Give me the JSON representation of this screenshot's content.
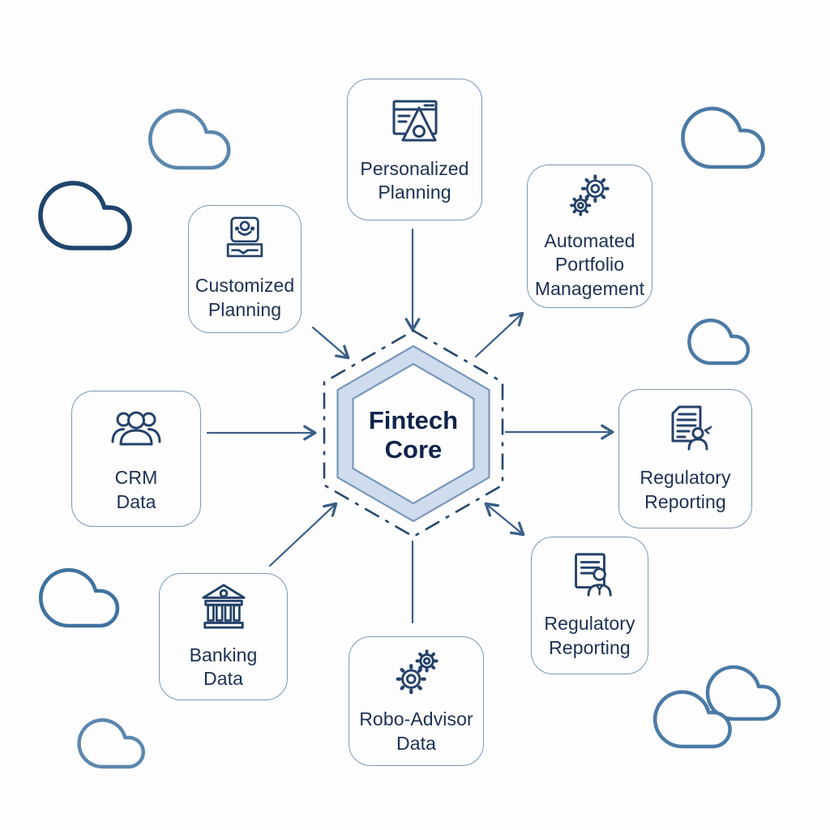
{
  "diagram": {
    "center": {
      "label": "Fintech\nCore"
    },
    "nodes": [
      {
        "id": "personalized-planning",
        "label": "Personalized\nPlanning",
        "icon": "planning-board-icon"
      },
      {
        "id": "customized-planning",
        "label": "Customized\nPlanning",
        "icon": "video-consultation-icon"
      },
      {
        "id": "automated-portfolio-management",
        "label": "Automated\nPortfolio\nManagement",
        "icon": "gears-icon"
      },
      {
        "id": "crm-data",
        "label": "CRM\nData",
        "icon": "people-group-icon"
      },
      {
        "id": "regulatory-reporting-right",
        "label": "Regulatory\nReporting",
        "icon": "document-person-arrow-icon"
      },
      {
        "id": "banking-data",
        "label": "Banking\nData",
        "icon": "bank-icon"
      },
      {
        "id": "regulatory-reporting-lower",
        "label": "Regulatory\nReporting",
        "icon": "document-person-icon"
      },
      {
        "id": "robo-advisor-data",
        "label": "Robo-Advisor\nData",
        "icon": "gears-icon"
      }
    ],
    "connections": [
      {
        "from": "personalized-planning",
        "to": "fintech-core",
        "style": "arrow"
      },
      {
        "from": "customized-planning",
        "to": "fintech-core",
        "style": "arrow"
      },
      {
        "from": "fintech-core",
        "to": "automated-portfolio-management",
        "style": "arrow"
      },
      {
        "from": "crm-data",
        "to": "fintech-core",
        "style": "arrow"
      },
      {
        "from": "fintech-core",
        "to": "regulatory-reporting-right",
        "style": "arrow"
      },
      {
        "from": "banking-data",
        "to": "fintech-core",
        "style": "arrow"
      },
      {
        "from": "fintech-core",
        "to": "regulatory-reporting-lower",
        "style": "double-arrow"
      },
      {
        "from": "fintech-core",
        "to": "robo-advisor-data",
        "style": "line"
      }
    ],
    "decorations": {
      "cloud_count": 8
    },
    "colors": {
      "background": "#fdfdfd",
      "node_border": "#7d98b6",
      "node_text": "#1c3054",
      "icon_stroke": "#24426a",
      "arrow": "#3b5f88",
      "hex_dash_outline": "#27486e",
      "hex_band_fill": "#cfdcee",
      "hex_band_stroke": "#7b97ba",
      "center_text": "#10244a",
      "cloud_dark": "#1f456e",
      "cloud_medium": "#4a7aa5",
      "cloud_light": "#5b87ad"
    }
  }
}
